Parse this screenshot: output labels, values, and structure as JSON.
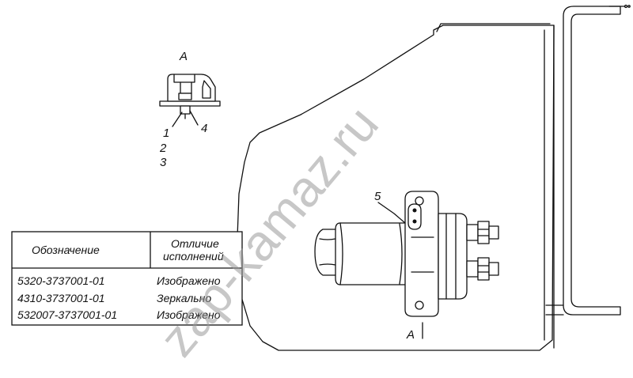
{
  "view_label_top": "A",
  "view_label_bottom": "A",
  "callouts": [
    "1",
    "2",
    "3",
    "4",
    "5"
  ],
  "table": {
    "headers": [
      "Обозначение",
      "Отличие",
      "исполнений"
    ],
    "rows": [
      {
        "code": "5320-3737001-01",
        "diff": "Изображено"
      },
      {
        "code": "4310-3737001-01",
        "diff": "Зеркально"
      },
      {
        "code": "532007-3737001-01",
        "diff": "Изображено"
      }
    ]
  },
  "watermark": "zap-kamaz.ru"
}
